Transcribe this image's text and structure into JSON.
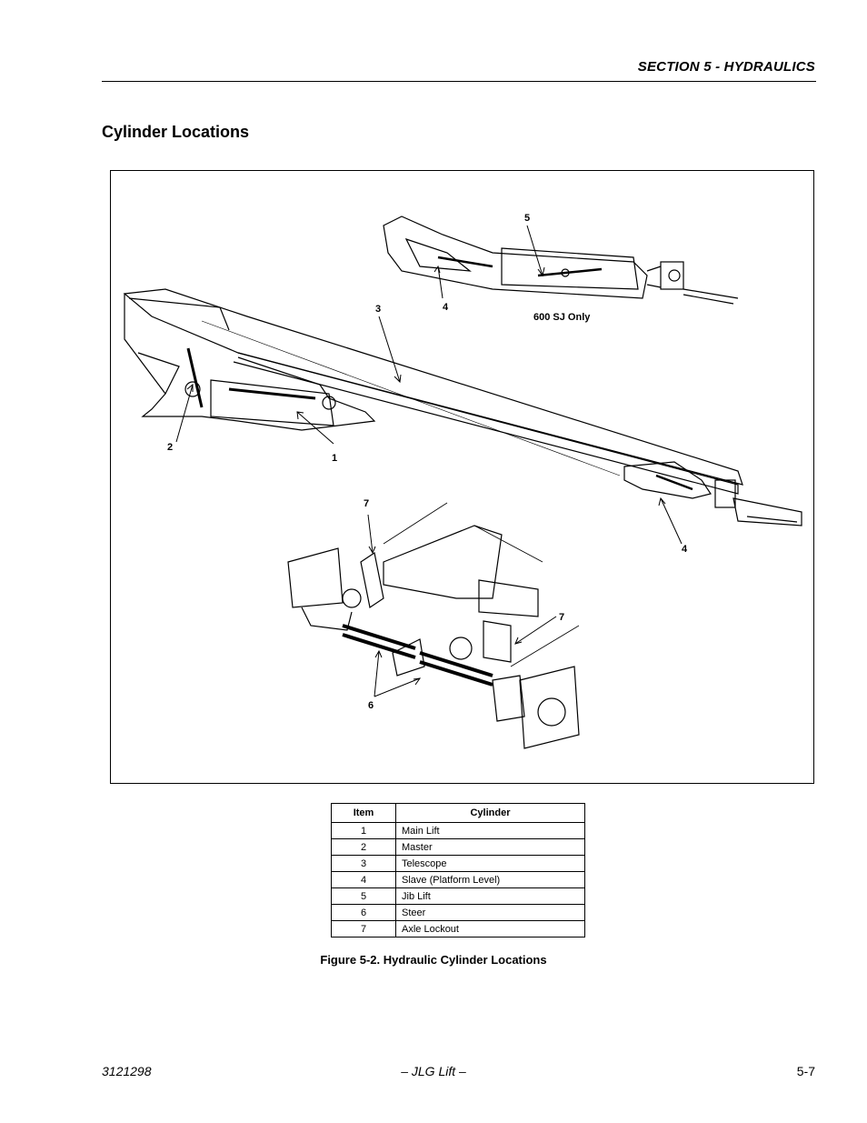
{
  "header": {
    "section_title": "SECTION 5 - HYDRAULICS"
  },
  "page": {
    "title": "Cylinder Locations"
  },
  "figure": {
    "callouts": [
      "1",
      "2",
      "3",
      "4",
      "4",
      "5",
      "6",
      "7",
      "7"
    ],
    "note": "600 SJ Only",
    "caption": "Figure 5-2.  Hydraulic Cylinder Locations"
  },
  "table": {
    "headers": [
      "Item",
      "Cylinder"
    ],
    "rows": [
      {
        "item": "1",
        "cylinder": "Main Lift"
      },
      {
        "item": "2",
        "cylinder": "Master"
      },
      {
        "item": "3",
        "cylinder": "Telescope"
      },
      {
        "item": "4",
        "cylinder": "Slave (Platform Level)"
      },
      {
        "item": "5",
        "cylinder": "Jib Lift"
      },
      {
        "item": "6",
        "cylinder": "Steer"
      },
      {
        "item": "7",
        "cylinder": "Axle Lockout"
      }
    ]
  },
  "footer": {
    "doc_number": "3121298",
    "center": "– JLG Lift –",
    "page_number": "5-7"
  }
}
